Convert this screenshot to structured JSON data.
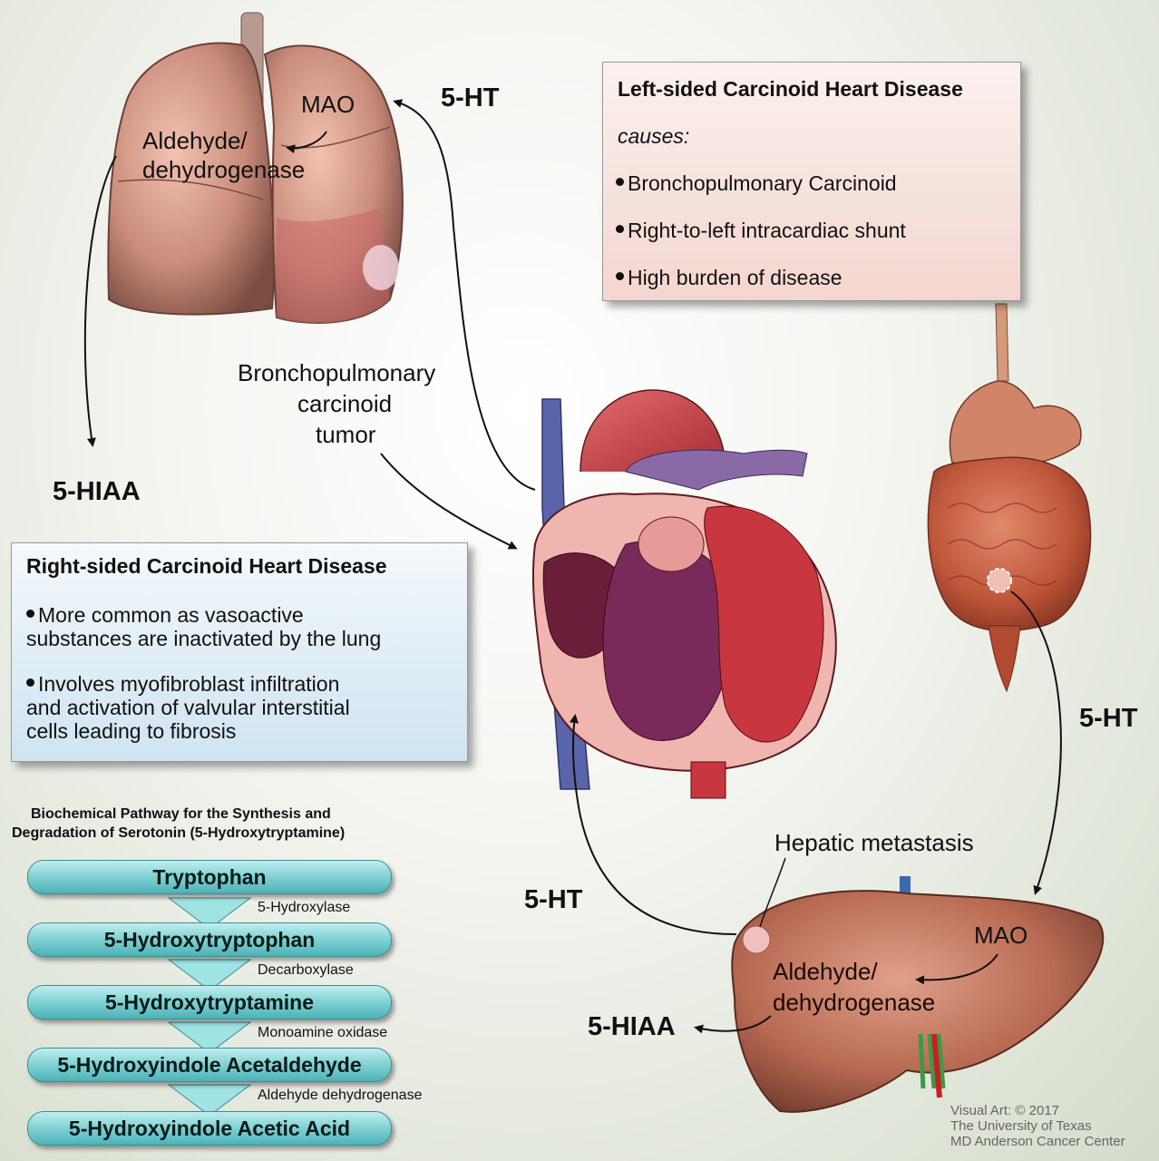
{
  "lung": {
    "mao": "MAO",
    "enzyme_line1": "Aldehyde/",
    "enzyme_line2": "dehydrogenase",
    "metabolite": "5-HIAA",
    "tumor_line1": "Bronchopulmonary",
    "tumor_line2": "carcinoid",
    "tumor_line3": "tumor"
  },
  "labels": {
    "ht_top": "5-HT",
    "ht_right": "5-HT",
    "ht_bottom": "5-HT"
  },
  "left_box": {
    "title": "Left-sided Carcinoid Heart Disease",
    "causes": "causes:",
    "items": [
      "Bronchopulmonary Carcinoid",
      "Right-to-left intracardiac shunt",
      "High burden of disease"
    ]
  },
  "right_box": {
    "title": "Right-sided Carcinoid Heart Disease",
    "items": [
      {
        "line1": "More common as vasoactive",
        "line2": "substances are inactivated by the lung"
      },
      {
        "line1": "Involves myofibroblast infiltration",
        "line2": "and activation of valvular interstitial",
        "line3": "cells leading to fibrosis"
      }
    ]
  },
  "liver": {
    "hepatic": "Hepatic metastasis",
    "mao": "MAO",
    "enzyme_line1": "Aldehyde/",
    "enzyme_line2": "dehydrogenase",
    "metabolite": "5-HIAA"
  },
  "pathway": {
    "title_line1": "Biochemical Pathway for the Synthesis and",
    "title_line2": "Degradation of Serotonin (5-Hydroxytryptamine)",
    "steps": [
      "Tryptophan",
      "5-Hydroxytryptophan",
      "5-Hydroxytryptamine",
      "5-Hydroxyindole Acetaldehyde",
      "5-Hydroxyindole Acetic Acid"
    ],
    "enzymes": [
      "5-Hydroxylase",
      "Decarboxylase",
      "Monoamine oxidase",
      "Aldehyde dehydrogenase"
    ]
  },
  "credit": {
    "line1": "Visual Art: © 2017",
    "line2": "The University of Texas",
    "line3": "MD Anderson Cancer Center"
  },
  "colors": {
    "lung": "#c98c7a",
    "heart_red": "#c8373f",
    "heart_purple": "#8a4a7a",
    "vein_blue": "#5a64a8",
    "liver": "#b86a52",
    "intestine": "#c0573a",
    "pill": "#7fd1d3"
  }
}
